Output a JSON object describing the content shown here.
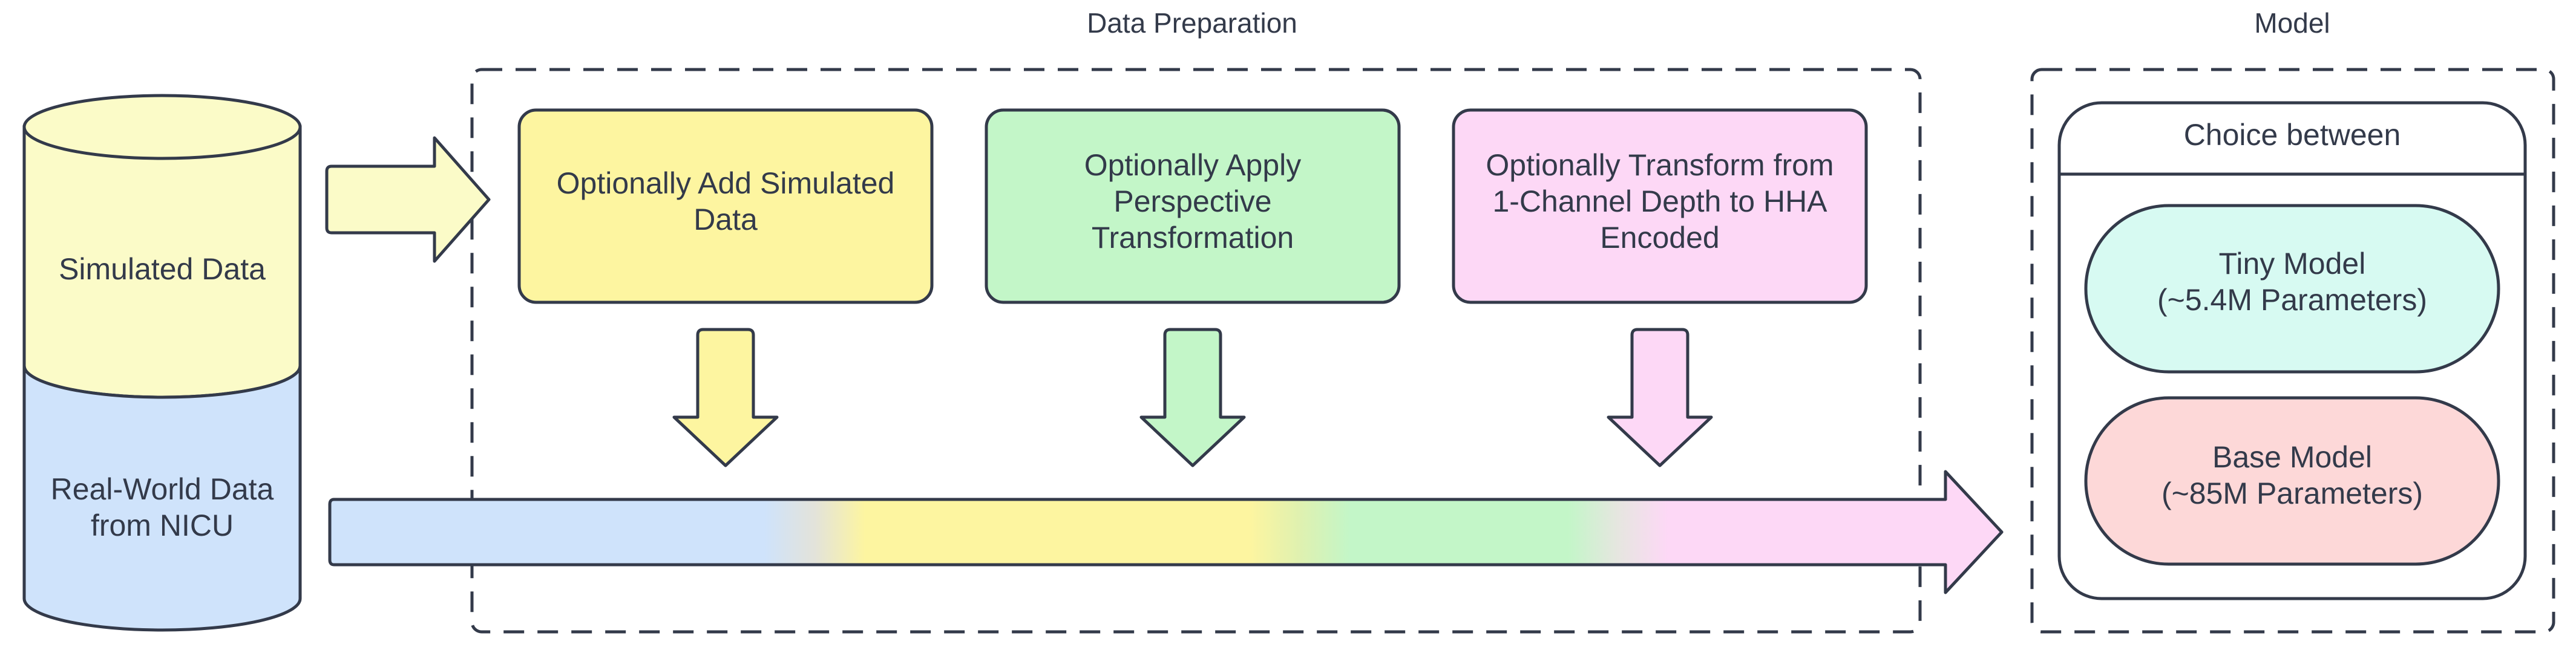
{
  "groups": {
    "data_preparation": {
      "title": "Data Preparation"
    },
    "model": {
      "title": "Model"
    }
  },
  "cylinder": {
    "top_label": "Simulated Data",
    "bottom_label_line1": "Real-World Data",
    "bottom_label_line2": "from NICU"
  },
  "steps": [
    {
      "line1": "Optionally Add Simulated",
      "line2": "Data",
      "line3": ""
    },
    {
      "line1": "Optionally Apply",
      "line2": "Perspective",
      "line3": "Transformation"
    },
    {
      "line1": "Optionally Transform from",
      "line2": "1-Channel Depth to HHA",
      "line3": "Encoded"
    }
  ],
  "model_panel": {
    "header": "Choice between",
    "options": [
      {
        "line1": "Tiny Model",
        "line2": "(~5.4M Parameters)"
      },
      {
        "line1": "Base Model",
        "line2": "(~85M Parameters)"
      }
    ]
  },
  "colors": {
    "stroke": "#333a4a",
    "simulated": "#fbfbc8",
    "real_world": "#cfe3fb",
    "step_add_simulated": "#fdf5a0",
    "step_perspective": "#c3f6c8",
    "step_hha": "#fdd8f6",
    "tiny_model": "#d7faf2",
    "base_model": "#fdd8d8"
  }
}
